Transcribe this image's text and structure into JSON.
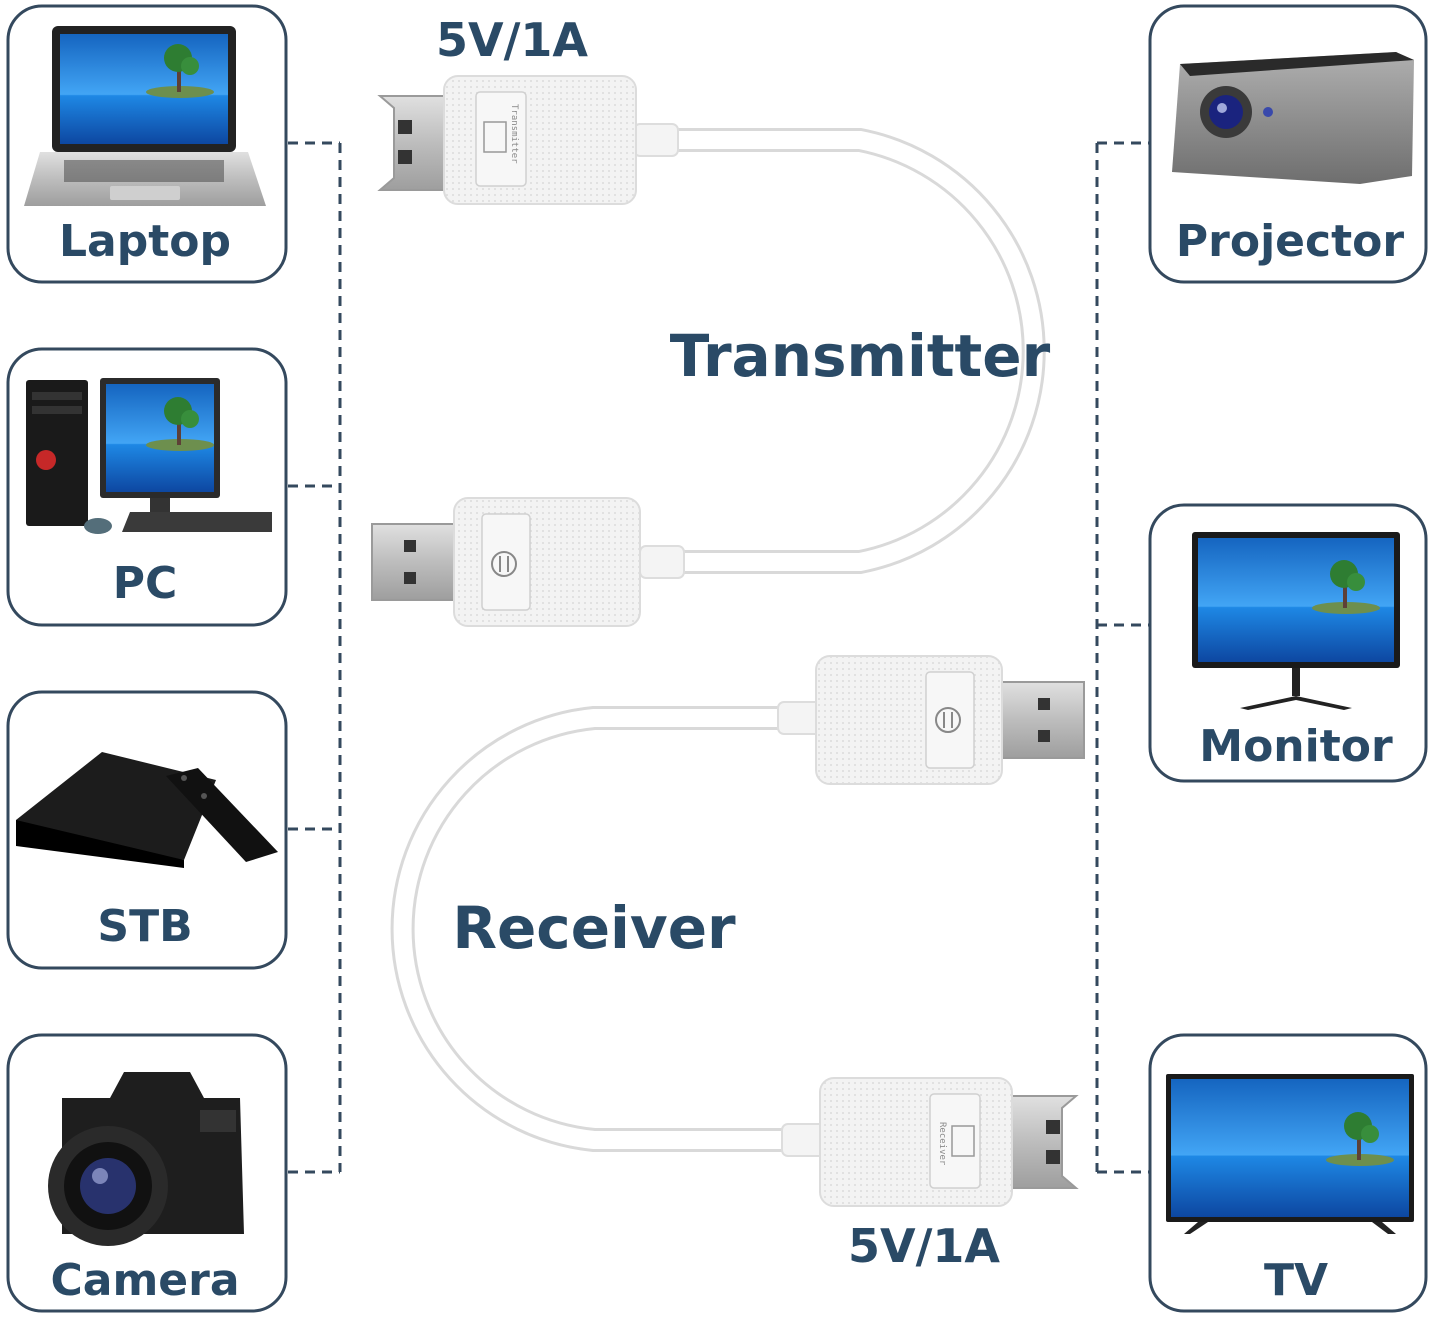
{
  "power_top": "5V/1A",
  "power_bottom": "5V/1A",
  "transmitter_label": "Transmitter",
  "receiver_label": "Receiver",
  "transmitter_module_print": "Transmitter",
  "receiver_module_print": "Receiver",
  "source_devices": [
    {
      "label": "Laptop",
      "icon": "laptop-icon"
    },
    {
      "label": "PC",
      "icon": "desktop-pc-icon"
    },
    {
      "label": "STB",
      "icon": "set-top-box-icon"
    },
    {
      "label": "Camera",
      "icon": "camera-icon"
    }
  ],
  "display_devices": [
    {
      "label": "Projector",
      "icon": "projector-icon"
    },
    {
      "label": "Monitor",
      "icon": "monitor-icon"
    },
    {
      "label": "TV",
      "icon": "tv-icon"
    }
  ],
  "colors": {
    "text": "#2a4a66",
    "card_border": "#34495e",
    "dashed_line": "#34495e",
    "cable": "#ffffff",
    "module": "#f4f4f4"
  }
}
